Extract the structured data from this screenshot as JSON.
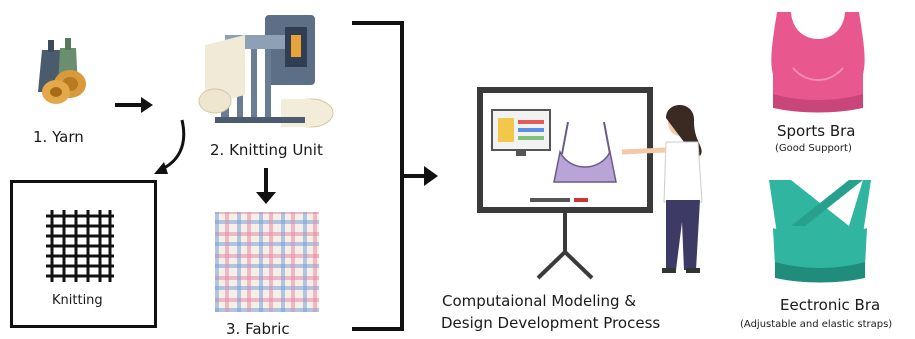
{
  "steps": {
    "yarn": "1. Yarn",
    "knitting_unit": "2. Knitting Unit",
    "fabric": "3. Fabric"
  },
  "knitting_box": {
    "label": "Knitting"
  },
  "process": {
    "line1": "Computaional Modeling &",
    "line2": "Design Development Process"
  },
  "products": {
    "sports_bra": {
      "title": "Sports Bra",
      "subtitle": "(Good Support)",
      "color": "#e8588f"
    },
    "electronic_bra": {
      "title": "Eectronic Bra",
      "subtitle": "(Adjustable and elastic straps)",
      "color": "#2fb5a0"
    }
  }
}
